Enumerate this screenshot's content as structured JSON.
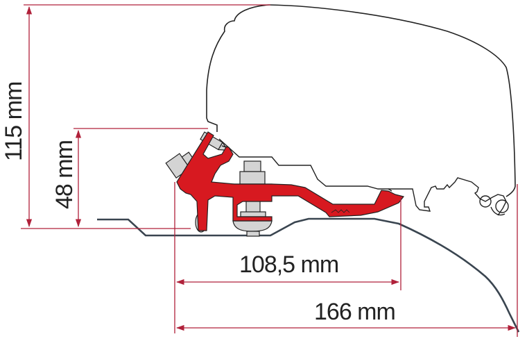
{
  "diagram": {
    "subject": "Awning adapter bracket mounting cross-section",
    "colors": {
      "dimension_line": "#b0213a",
      "bracket_red": "#d71920",
      "bolt_gray": "#d4d4d4",
      "outline": "#222222",
      "roof_line": "#3a4550",
      "background": "#ffffff"
    },
    "dimensions": {
      "total_height": {
        "value": "115 mm",
        "orientation": "vertical"
      },
      "bracket_height": {
        "value": "48 mm",
        "orientation": "vertical"
      },
      "bracket_depth": {
        "value": "108,5 mm",
        "orientation": "horizontal"
      },
      "total_depth": {
        "value": "166 mm",
        "orientation": "horizontal"
      }
    },
    "components": [
      {
        "name": "awning-cassette",
        "label": ""
      },
      {
        "name": "adapter-bracket",
        "label": ""
      },
      {
        "name": "bolt-and-nut",
        "label": ""
      },
      {
        "name": "vehicle-roof-profile",
        "label": ""
      }
    ]
  }
}
